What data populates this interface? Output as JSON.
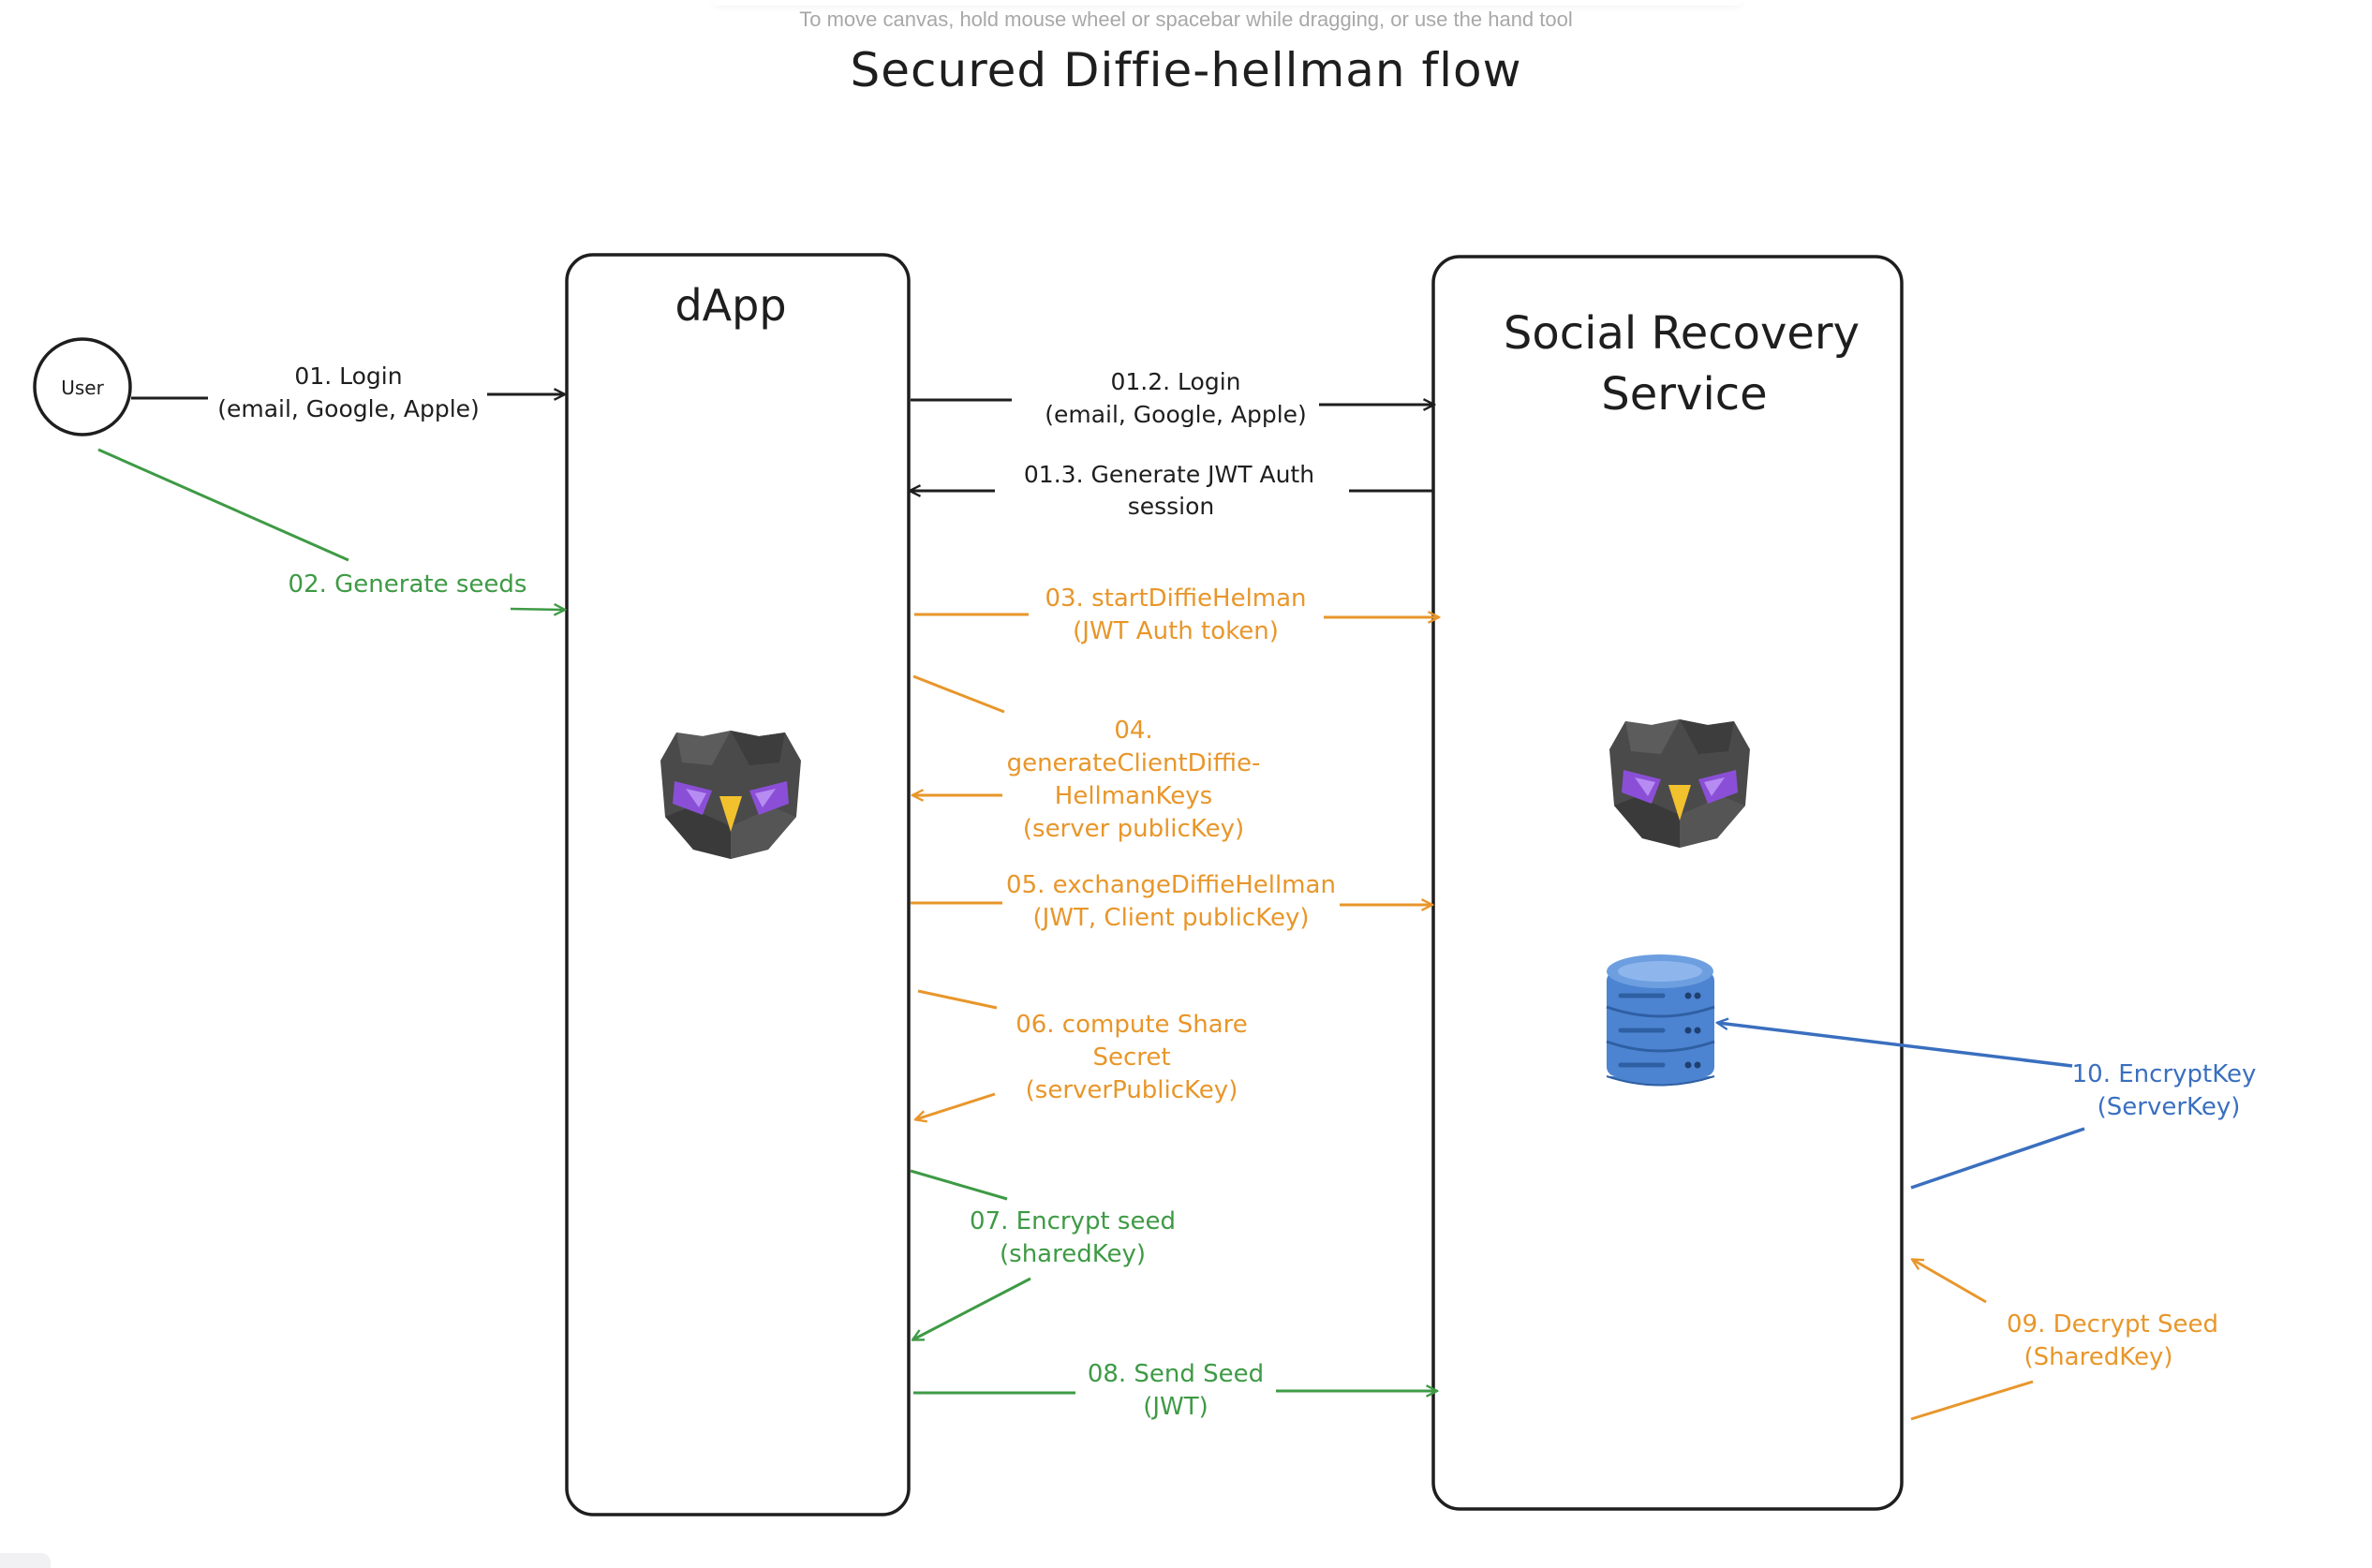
{
  "canvas_hint": "To move canvas, hold mouse wheel or spacebar while dragging, or use the hand tool",
  "title": "Secured Diffie-hellman flow",
  "colors": {
    "ink": "#1e1e1e",
    "green": "#3e9a45",
    "orange": "#e8962a",
    "blue": "#3a6fbf",
    "owl_dark": "#4a4a4a",
    "owl_eye": "#8a4fd6",
    "owl_beak": "#f2c12e",
    "db_blue": "#4d84d1"
  },
  "nodes": {
    "user": {
      "label": "User"
    },
    "dapp": {
      "label": "dApp"
    },
    "srs": {
      "label_line1": "Social Recovery",
      "label_line2": "Service"
    }
  },
  "icons": {
    "dapp_owl": "owl-logo-icon",
    "srs_owl": "owl-logo-icon",
    "database": "database-icon"
  },
  "steps": {
    "s01": {
      "line1": "01. Login",
      "line2": "(email, Google, Apple)"
    },
    "s012": {
      "line1": "01.2. Login",
      "line2": "(email, Google, Apple)"
    },
    "s013": {
      "line1": "01.3. Generate JWT Auth",
      "line2": "session"
    },
    "s02": {
      "line1": "02. Generate seeds"
    },
    "s03": {
      "line1": "03. startDiffieHelman",
      "line2": "(JWT Auth token)"
    },
    "s04": {
      "line1": "04.",
      "line2": "generateClientDiffie-",
      "line3": "HellmanKeys",
      "line4": "(server publicKey)"
    },
    "s05": {
      "line1": "05. exchangeDiffieHellman",
      "line2": "(JWT, Client publicKey)"
    },
    "s06": {
      "line1": "06. compute Share",
      "line2": "Secret",
      "line3": "(serverPublicKey)"
    },
    "s07": {
      "line1": "07. Encrypt seed",
      "line2": "(sharedKey)"
    },
    "s08": {
      "line1": "08. Send Seed",
      "line2": "(JWT)"
    },
    "s09": {
      "line1": "09. Decrypt Seed",
      "line2": "(SharedKey)"
    },
    "s10": {
      "line1": "10. EncryptKey",
      "line2": "(ServerKey)"
    }
  }
}
